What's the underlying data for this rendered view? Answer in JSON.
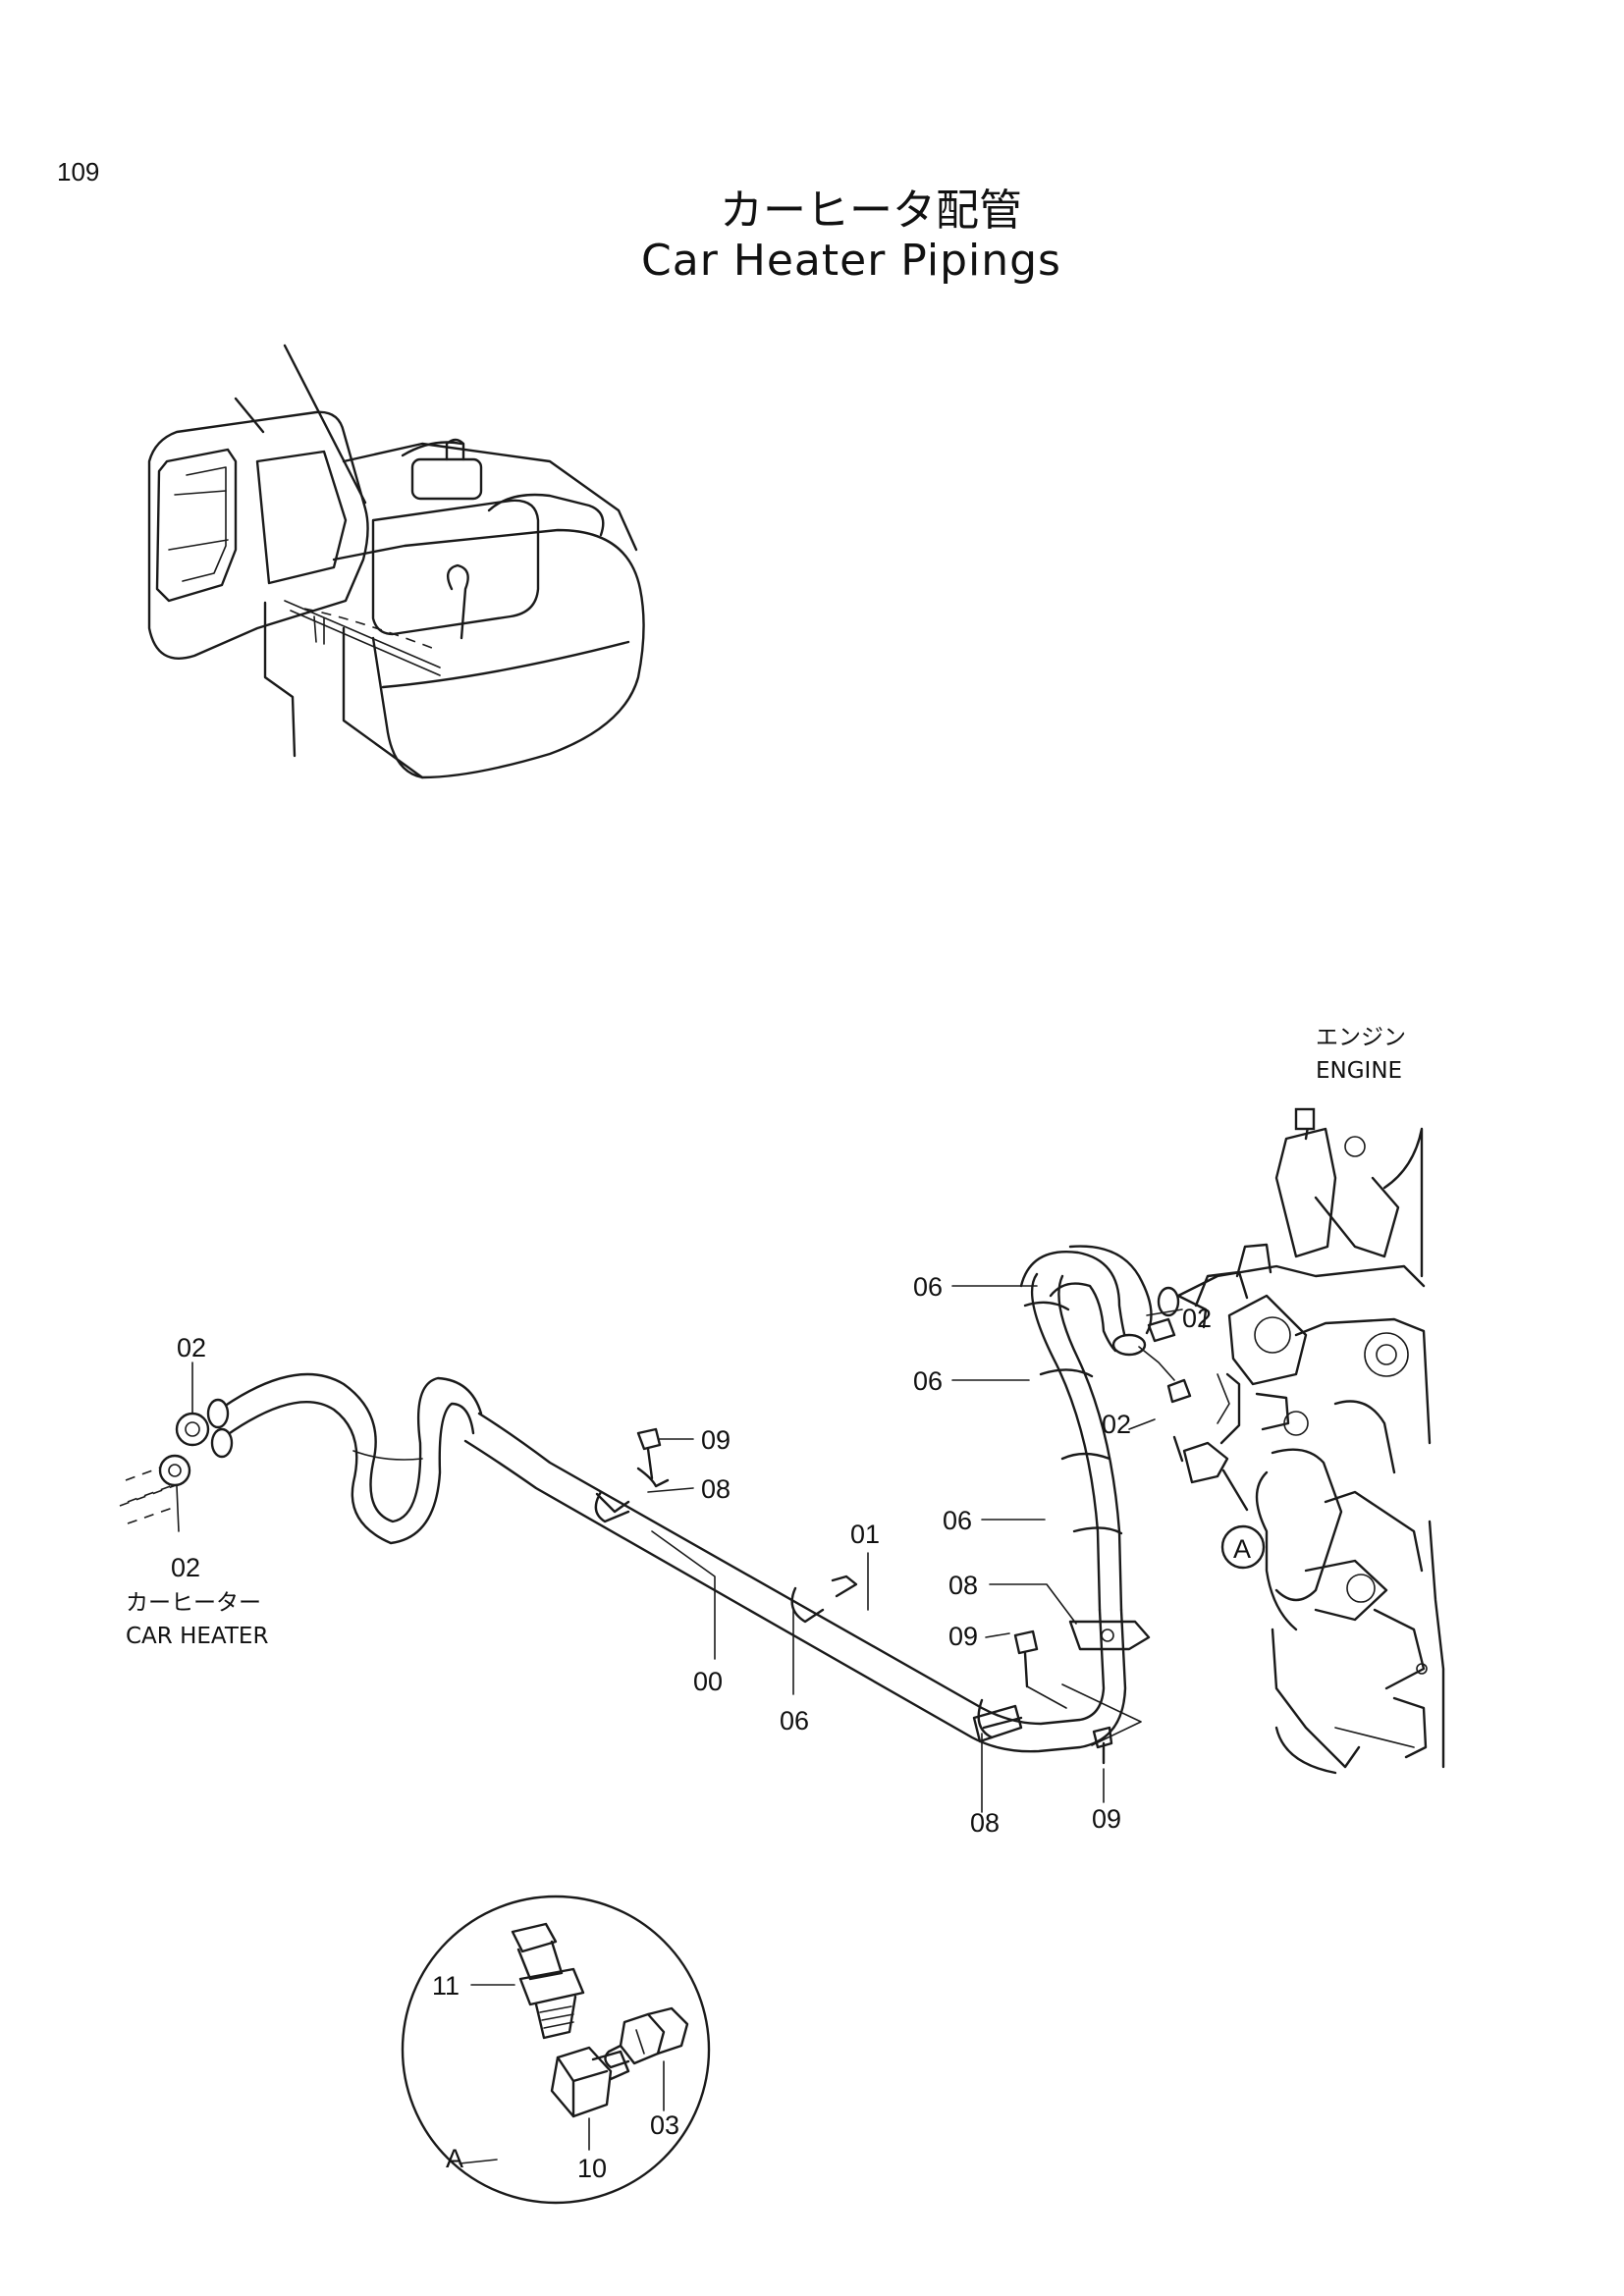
{
  "page_number": "109",
  "title": {
    "japanese": "カーヒータ配管",
    "english": "Car Heater Pipings"
  },
  "labels": {
    "engine_jp": "エンジン",
    "engine_en": "ENGINE",
    "car_heater_jp": "カーヒーター",
    "car_heater_en": "CAR HEATER",
    "detail_a_marker": "A",
    "detail_a_caption": "A"
  },
  "callouts": {
    "c02_heater_top": "02",
    "c02_heater_bottom": "02",
    "c09_pipe": "09",
    "c08_pipe": "08",
    "c00": "00",
    "c01": "01",
    "c06_pipe": "06",
    "c06_top1": "06",
    "c06_top2": "06",
    "c06_mid": "06",
    "c02_engine_top": "02",
    "c02_engine_mid": "02",
    "c08_right": "08",
    "c09_right": "09",
    "c08_bottom": "08",
    "c09_bottom": "09",
    "c11": "11",
    "c10": "10",
    "c03": "03"
  }
}
